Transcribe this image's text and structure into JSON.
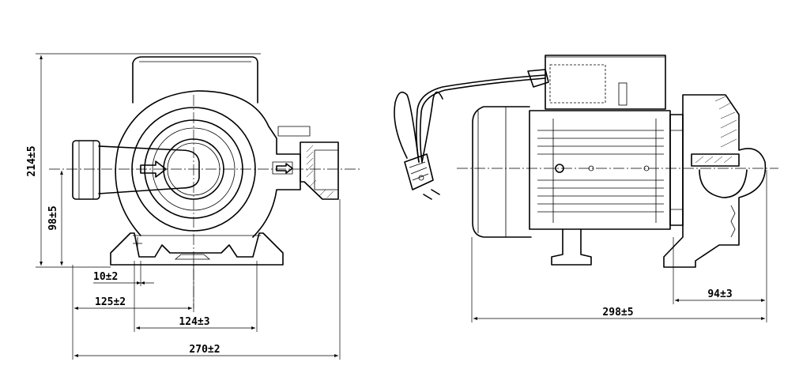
{
  "dimensions": {
    "height_total": "214±5",
    "shaft_height": "98±5",
    "foot_hole": "10±2",
    "foot_offset": "125±2",
    "foot_span": "124±3",
    "front_width": "270±2",
    "side_length": "298±5",
    "pump_head_length": "94±3"
  },
  "colors": {
    "line": "#000000",
    "background": "#ffffff"
  }
}
